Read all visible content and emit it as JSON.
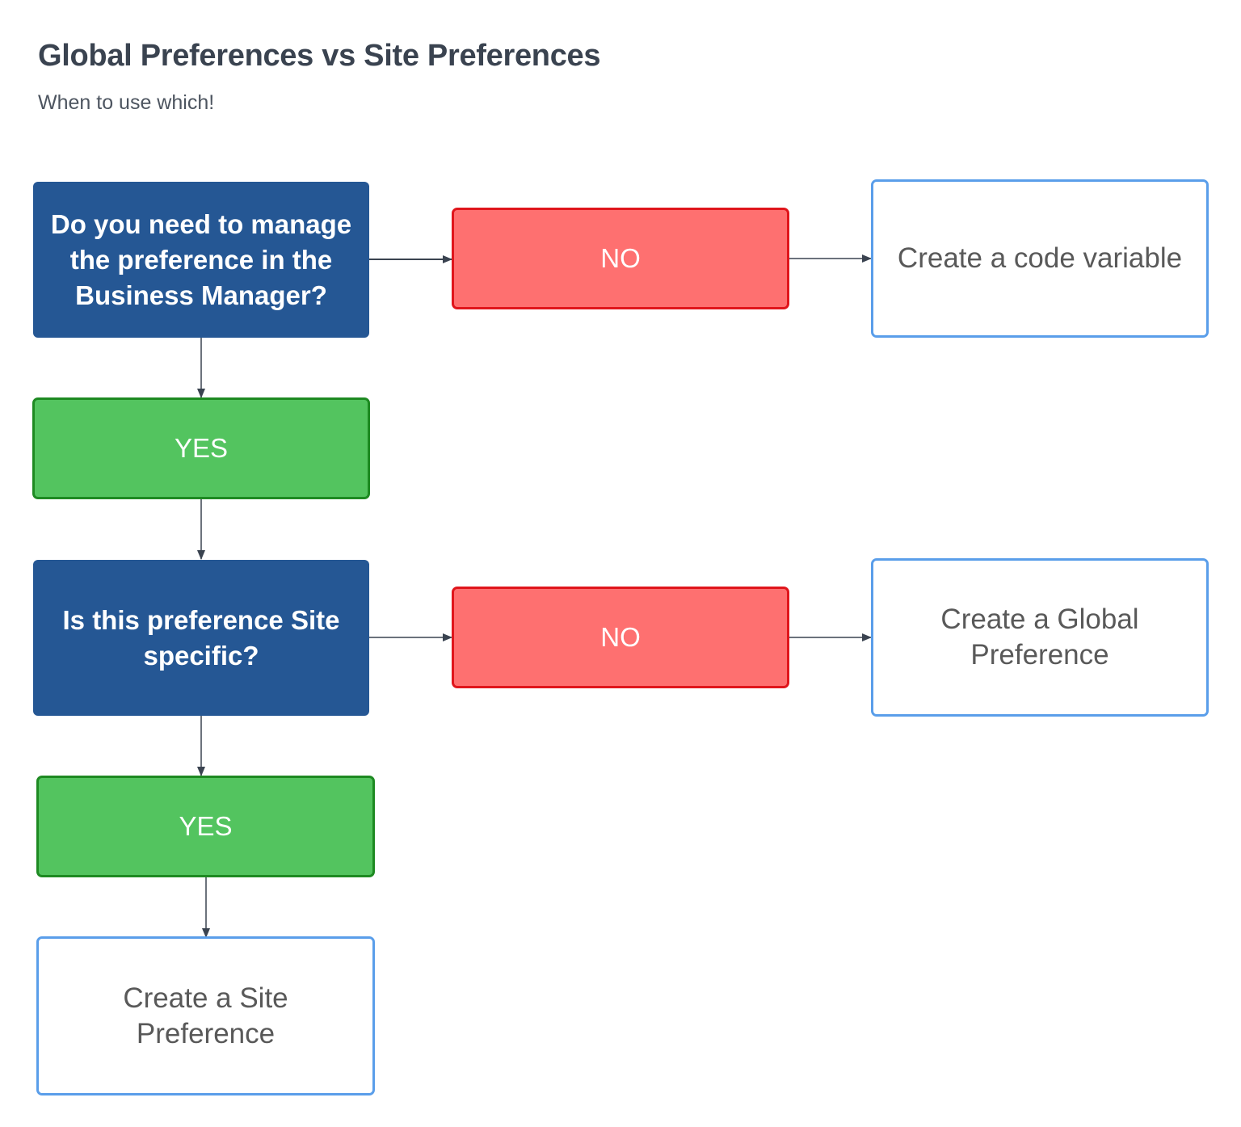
{
  "header": {
    "title": "Global Preferences vs Site Preferences",
    "subtitle": "When to use which!"
  },
  "nodes": {
    "q1": "Do you need to manage the preference in the Business Manager?",
    "no1": "NO",
    "yes1": "YES",
    "outcome_code": "Create a code variable",
    "q2": "Is this preference Site specific?",
    "no2": "NO",
    "yes2": "YES",
    "outcome_global": "Create a Global Preference",
    "outcome_site": "Create a Site Preference"
  },
  "edges": [
    {
      "from": "q1",
      "to": "no1"
    },
    {
      "from": "no1",
      "to": "outcome_code"
    },
    {
      "from": "q1",
      "to": "yes1"
    },
    {
      "from": "yes1",
      "to": "q2"
    },
    {
      "from": "q2",
      "to": "no2"
    },
    {
      "from": "no2",
      "to": "outcome_global"
    },
    {
      "from": "q2",
      "to": "yes2"
    },
    {
      "from": "yes2",
      "to": "outcome_site"
    }
  ],
  "colors": {
    "question_fill": "#255794",
    "no_fill": "#fe7070",
    "no_border": "#e0161c",
    "yes_fill": "#53c45f",
    "yes_border": "#1e8a22",
    "outcome_border": "#5a9eea",
    "connector": "#3a4350"
  }
}
